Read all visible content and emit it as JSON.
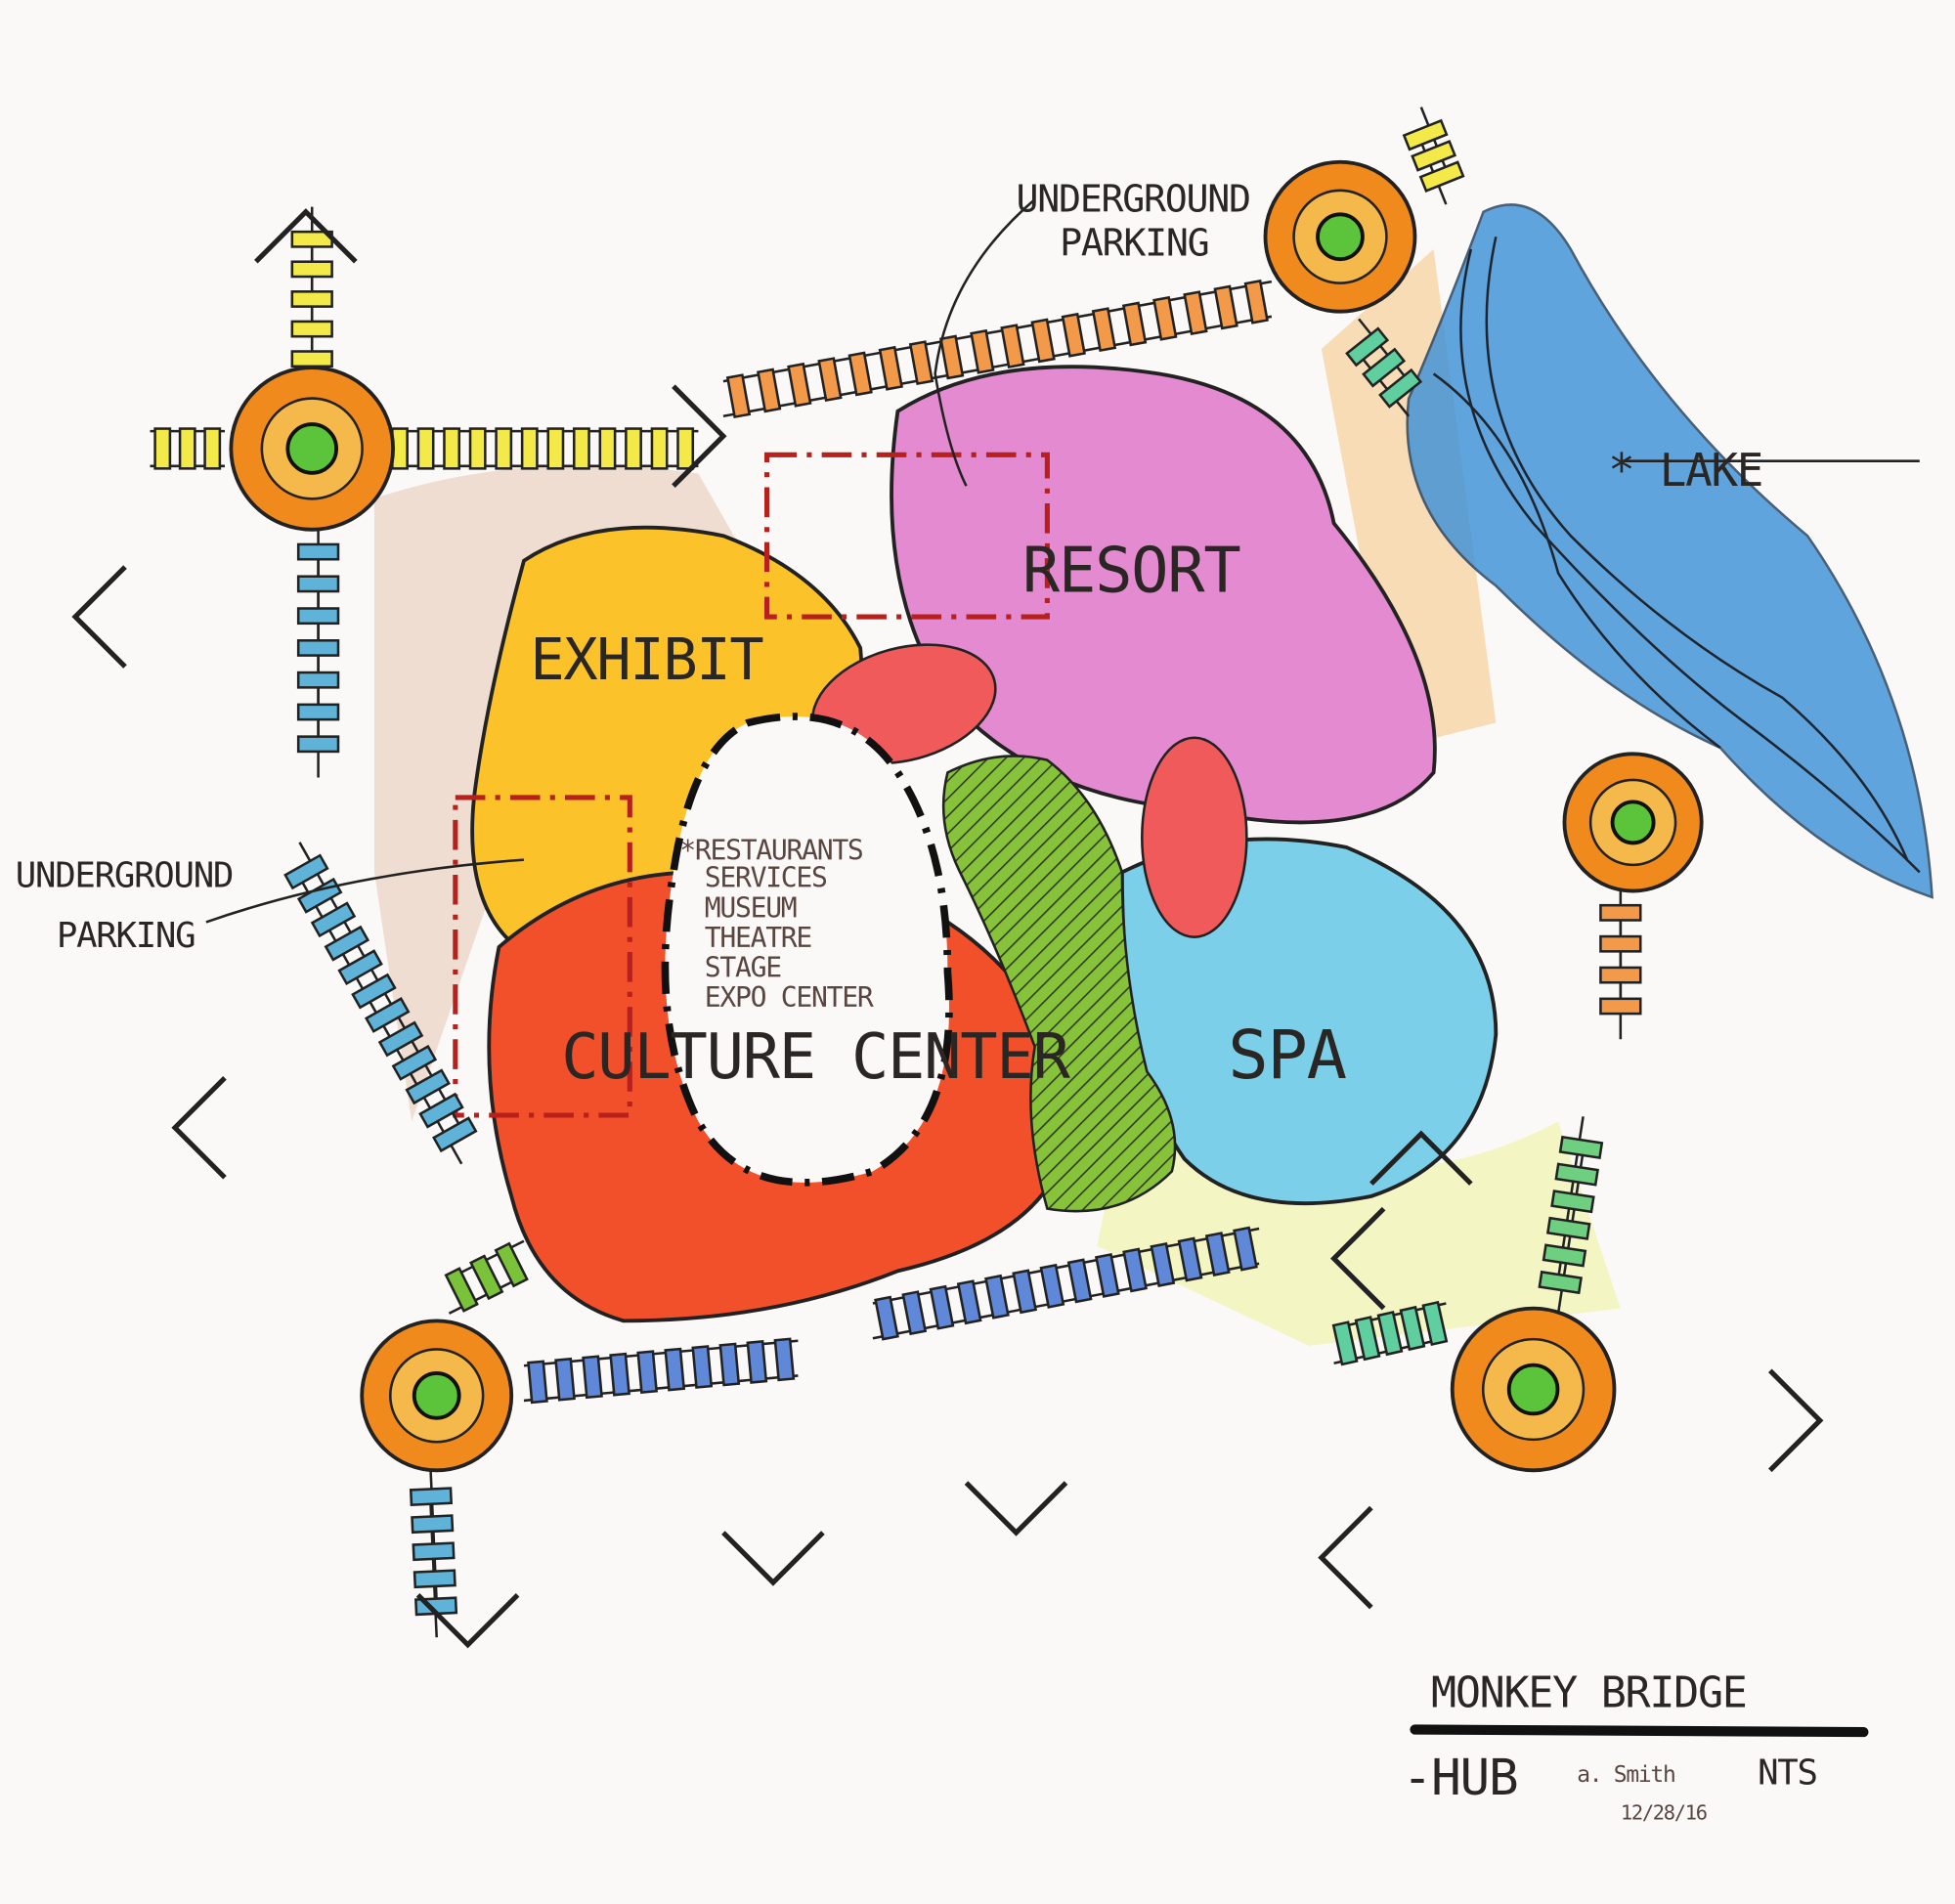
{
  "labels": {
    "underground_parking_top": [
      "UNDERGROUND",
      "PARKING"
    ],
    "underground_parking_left": [
      "UNDERGROUND",
      "PARKING"
    ],
    "lake": "* LAKE",
    "exhibit": "EXHIBIT",
    "resort": "RESORT",
    "culture_center": "CULTURE CENTER",
    "spa": "SPA"
  },
  "program_list": [
    "*RESTAURANTS",
    "SERVICES",
    "MUSEUM",
    "THEATRE",
    "STAGE",
    "EXPO CENTER"
  ],
  "title_block": {
    "title": "MONKEY BRIDGE",
    "subtitle": "-HUB",
    "scale": "NTS",
    "signature": "a. Smith",
    "date": "12/28/16"
  },
  "colors": {
    "hub_ring": "#f08a1c",
    "hub_core": "#5cc43a",
    "exhibit": "#fbc22a",
    "culture_center": "#f2502a",
    "resort": "#e48ad0",
    "spa": "#7ccfe8",
    "green_space": "#7ab52e",
    "lake": "#3a8fd8",
    "parking_box": "#b8201c"
  }
}
